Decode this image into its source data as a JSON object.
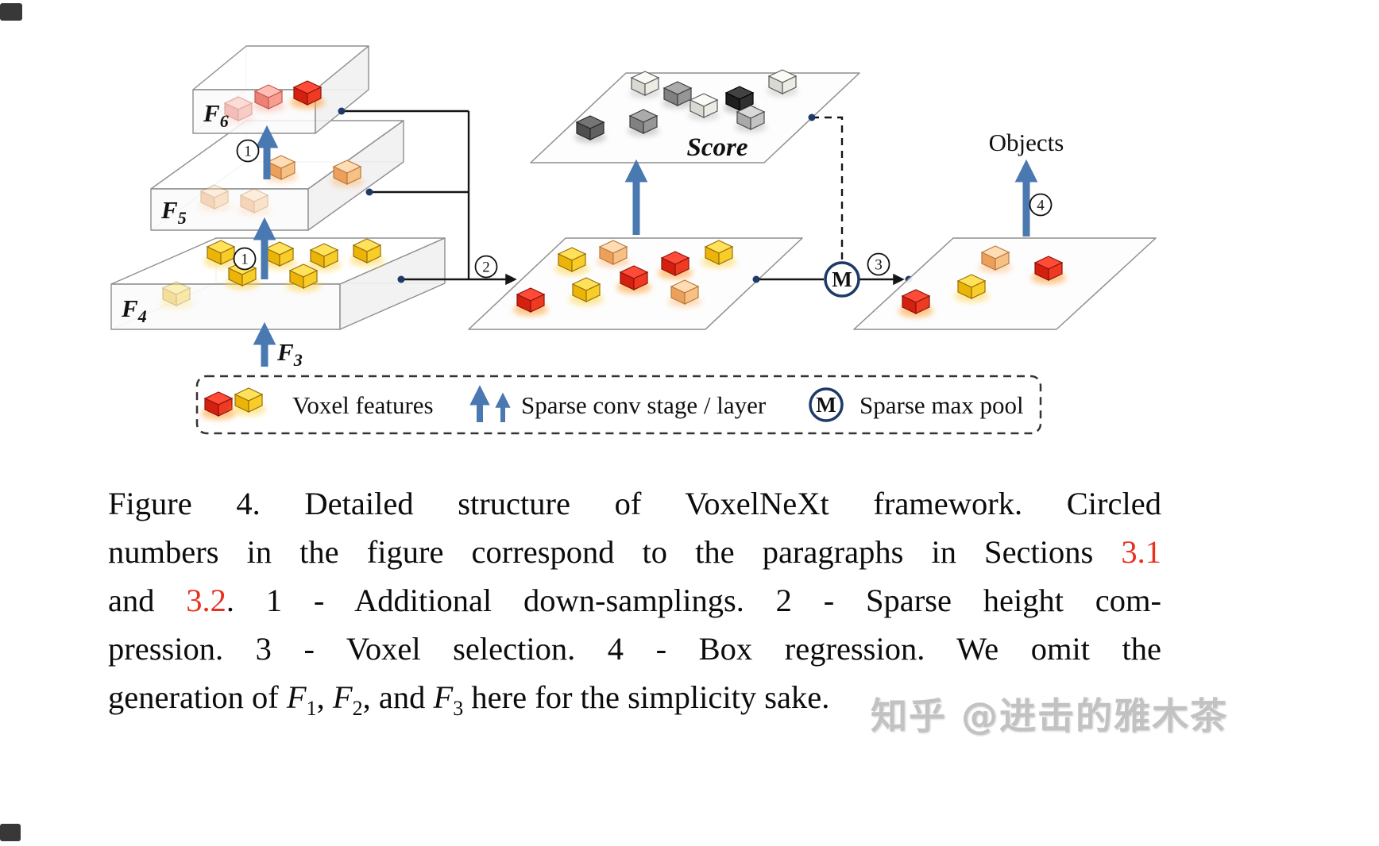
{
  "figure": {
    "labels": {
      "f6": {
        "letter": "F",
        "sub": "6"
      },
      "f5": {
        "letter": "F",
        "sub": "5"
      },
      "f4": {
        "letter": "F",
        "sub": "4"
      },
      "f3": {
        "letter": "F",
        "sub": "3"
      },
      "score": "Score",
      "objects": "Objects",
      "maxpool": "M"
    },
    "steps": {
      "one": "1",
      "two": "2",
      "three": "3",
      "four": "4"
    }
  },
  "legend": {
    "voxel_features": "Voxel features",
    "sparse_conv": "Sparse conv stage / layer",
    "maxpool": "M",
    "sparse_max_pool": "Sparse max pool"
  },
  "caption": {
    "line1": "Figure 4. Detailed structure of VoxelNeXt framework. Circled",
    "line2_text": "numbers in the figure correspond to the paragraphs in Sections",
    "line2_ref": "3.1",
    "line3_pre": "and",
    "line3_ref": "3.2",
    "line3_post": ". 1 - Additional down-samplings. 2 - Sparse height com-",
    "line4": "pression. 3 - Voxel selection. 4 - Box regression. We omit the",
    "line5_pre": "generation of",
    "line5_f": "F",
    "line5_s1": "1",
    "line5_c1": ",",
    "line5_s2": "2",
    "line5_mid": ", and",
    "line5_s3": "3",
    "line5_post": "here for the simplicity sake."
  },
  "watermark": {
    "text": "知乎 @进击的雅木茶"
  },
  "colors": {
    "arrow_blue": "#4a78b0",
    "voxel_red": "#e8251c",
    "voxel_yellow": "#f7c71f",
    "voxel_orange": "#f2a65a",
    "voxel_pink": "#f08a80",
    "score_black": "#2b2b2b",
    "score_gray": "#9a9a9a",
    "score_white": "#f5f5ef",
    "line_black": "#151515",
    "m_circle_navy": "#1e3a68",
    "caption_red": "#e8301f"
  },
  "icons": {
    "voxel_cube": "isometric-cube",
    "sparse_conv_arrow": "up-arrow",
    "sparse_max_pool": "circled-M"
  }
}
